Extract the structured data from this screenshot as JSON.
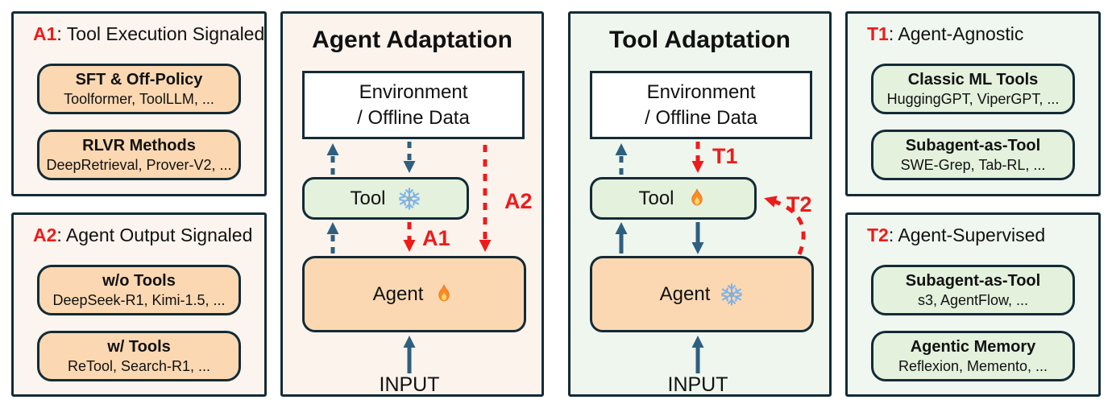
{
  "figure": {
    "side_panels": [
      {
        "tag": "A1",
        "heading": ": Tool Execution Signaled",
        "theme": "orange",
        "boxes": [
          {
            "title": "SFT & Off-Policy",
            "items": "Toolformer, ToolLLM, ..."
          },
          {
            "title": "RLVR Methods",
            "items": "DeepRetrieval, Prover-V2, ..."
          }
        ]
      },
      {
        "tag": "A2",
        "heading": ": Agent Output Signaled",
        "theme": "orange",
        "boxes": [
          {
            "title": "w/o Tools",
            "items": "DeepSeek-R1, Kimi-1.5, ..."
          },
          {
            "title": "w/ Tools",
            "items": "ReTool, Search-R1, ..."
          }
        ]
      },
      {
        "tag": "T1",
        "heading": ": Agent-Agnostic",
        "theme": "green",
        "boxes": [
          {
            "title": "Classic ML Tools",
            "items": "HuggingGPT, ViperGPT, ..."
          },
          {
            "title": "Subagent-as-Tool",
            "items": "SWE-Grep, Tab-RL, ..."
          }
        ]
      },
      {
        "tag": "T2",
        "heading": ": Agent-Supervised",
        "theme": "green",
        "boxes": [
          {
            "title": "Subagent-as-Tool",
            "items": "s3, AgentFlow, ..."
          },
          {
            "title": "Agentic Memory",
            "items": "Reflexion, Memento, ..."
          }
        ]
      }
    ],
    "diagrams": [
      {
        "title": "Agent Adaptation",
        "env_line1": "Environment",
        "env_line2": "/ Offline Data",
        "tool_label": "Tool",
        "tool_icon": "snowflake-icon",
        "agent_label": "Agent",
        "agent_icon": "fire-icon",
        "input_label": "INPUT",
        "arrow_labels": {
          "first": "A1",
          "second": "A2"
        }
      },
      {
        "title": "Tool Adaptation",
        "env_line1": "Environment",
        "env_line2": "/ Offline Data",
        "tool_label": "Tool",
        "tool_icon": "fire-icon",
        "agent_label": "Agent",
        "agent_icon": "snowflake-icon",
        "input_label": "INPUT",
        "arrow_labels": {
          "first": "T1",
          "second": "T2"
        }
      }
    ],
    "colors": {
      "accent_red": "#EE1B1B",
      "arrow_blue": "#2E5F7E",
      "border_dark": "#132B36",
      "orange_fill": "#FBD8B2",
      "green_fill": "#E3F1DD",
      "cream_panel": "#FCF4EE",
      "green_panel": "#EEF6EE",
      "env_fill": "#FFFFFF"
    }
  }
}
